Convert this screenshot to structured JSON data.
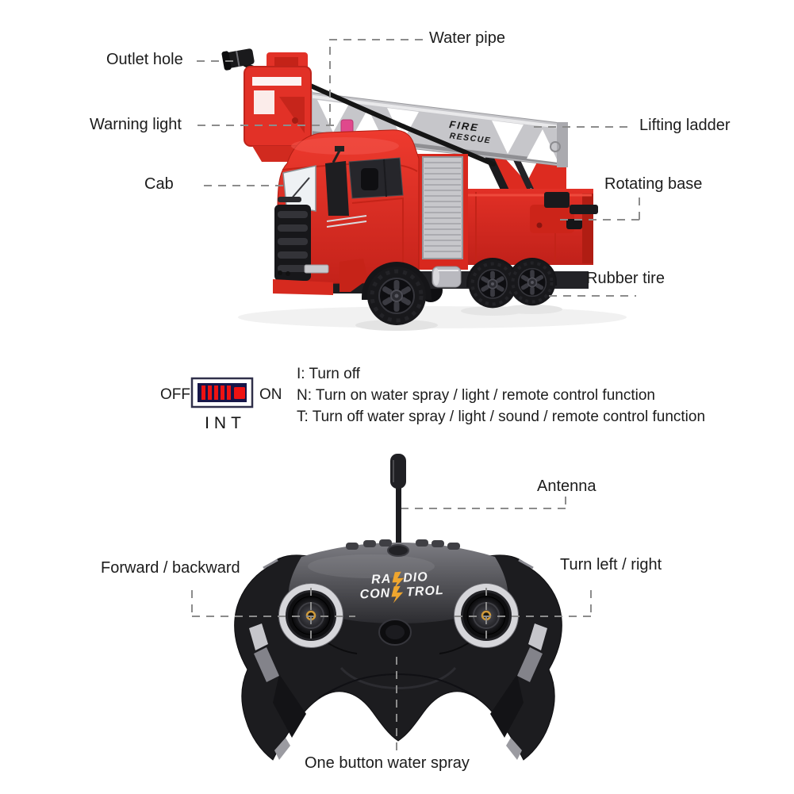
{
  "truck": {
    "labels": {
      "water_pipe": "Water pipe",
      "outlet_hole": "Outlet hole",
      "warning_light": "Warning light",
      "cab": "Cab",
      "lifting_ladder": "Lifting ladder",
      "rotating_base": "Rotating base",
      "rubber_tire": "Rubber tire"
    },
    "ladder_text": {
      "line1": "FIRE",
      "line2": "RESCUE"
    }
  },
  "power_switch": {
    "off": "OFF",
    "on": "ON",
    "int": "INT",
    "instructions": {
      "i": "I: Turn off",
      "n": "N: Turn on water spray / light / remote control function",
      "t": "T: Turn off water spray / light / sound / remote control function"
    }
  },
  "remote": {
    "labels": {
      "antenna": "Antenna",
      "forward_backward": "Forward / backward",
      "turn_left_right": "Turn left / right",
      "one_button_water_spray": "One button water spray"
    },
    "logo": {
      "l1a": "RA",
      "l1b": "DIO",
      "l2a": "CON",
      "l2b": "TROL"
    }
  },
  "colors": {
    "truck_red": "#e12d22",
    "ladder_silver": "#c6c6ca",
    "warning_light": "#e0488c",
    "switch_navy": "#161649",
    "switch_red": "#ee1212",
    "remote_body": "#1c1c1f",
    "accent_silver": "#c6c6cb",
    "logo_gold": "#efa62e",
    "connector": "#8c8c8c",
    "text": "#1c1c1c"
  }
}
